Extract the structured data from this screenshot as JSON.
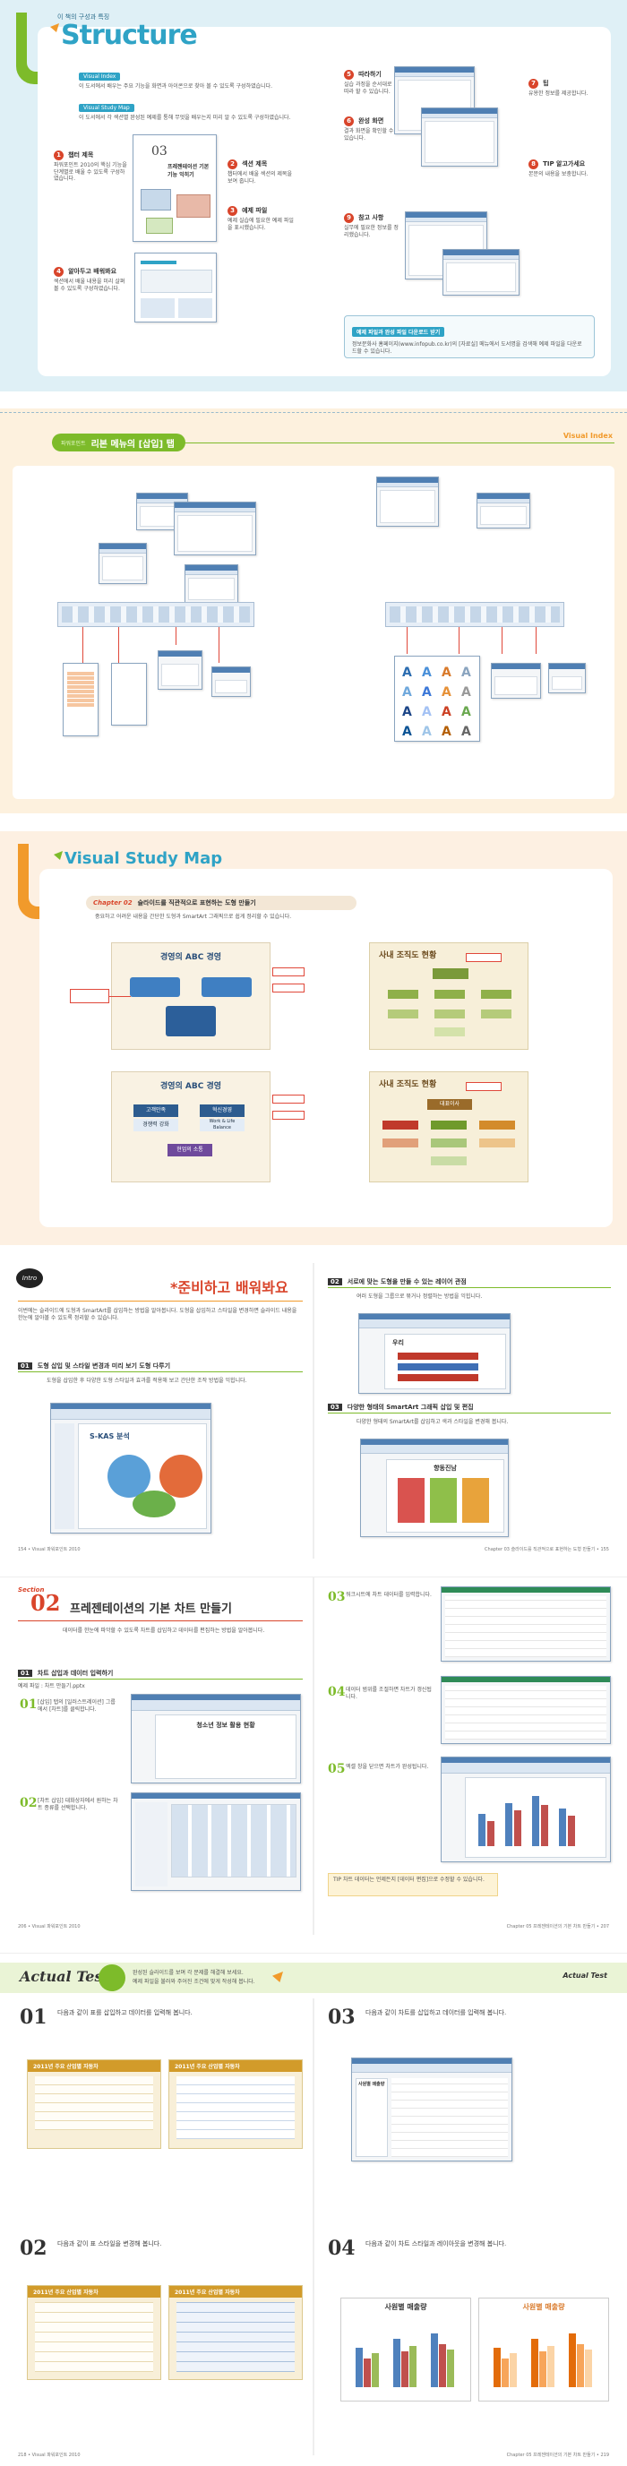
{
  "structure": {
    "subtitle": "이 책의 구성과 특징",
    "title": "Structure",
    "tag1": "Visual Index",
    "tag1_desc": "이 도서에서 배우는 주요 기능을 화면과 아이콘으로 찾아 볼 수 있도록 구성하였습니다.",
    "tag2": "Visual Study Map",
    "tag2_desc": "이 도서에서 각 섹션별 완성된 예제를 통해 무엇을 배우는지 미리 알 수 있도록 구성하였습니다.",
    "chapter_num": "03",
    "chapter_title": "프레젠테이션 기본 기능 익히기",
    "callouts": [
      {
        "n": "1",
        "title": "챕터 제목",
        "desc": "파워포인트 2010의 핵심 기능을 단계별로 배울 수 있도록 구성하였습니다."
      },
      {
        "n": "2",
        "title": "섹션 제목",
        "desc": "챕터에서 배울 섹션의 제목을 보여 줍니다."
      },
      {
        "n": "3",
        "title": "예제 파일",
        "desc": "예제 실습에 필요한 예제 파일을 표시했습니다."
      },
      {
        "n": "4",
        "title": "알아두고 배워봐요",
        "desc": "섹션에서 배울 내용을 미리 살펴볼 수 있도록 구성하였습니다."
      },
      {
        "n": "5",
        "title": "따라하기",
        "desc": "실습 과정을 순서대로 따라 할 수 있습니다."
      },
      {
        "n": "6",
        "title": "완성 화면",
        "desc": "결과 화면을 확인할 수 있습니다."
      },
      {
        "n": "7",
        "title": "팁",
        "desc": "유용한 정보를 제공합니다."
      },
      {
        "n": "8",
        "title": "TIP 알고가세요",
        "desc": "본문의 내용을 보충합니다."
      },
      {
        "n": "9",
        "title": "참고 사항",
        "desc": "실무에 필요한 정보를 정리했습니다."
      }
    ],
    "download_title": "예제 파일과 완성 파일 다운로드 받기",
    "download_desc": "정보문화사 홈페이지(www.infopub.co.kr)의 [자료실] 메뉴에서 도서명을 검색해 예제 파일을 다운로드할 수 있습니다."
  },
  "visual_index": {
    "label": "Visual Index",
    "heading_prefix": "파워포인트",
    "heading": "리본 메뉴의 [삽입] 탭"
  },
  "study_map": {
    "title": "Visual Study Map",
    "chapter": "Chapter 02",
    "section_title": "슬라이드를 직관적으로 표현하는 도형 만들기",
    "section_desc": "중요하고 어려운 내용을 간단한 도형과 SmartArt 그래픽으로 쉽게 정리할 수 있습니다.",
    "slides": [
      {
        "title": "경영의 ABC 경영"
      },
      {
        "title": "사내 조직도 현황"
      },
      {
        "title": "경영의 ABC 경영"
      },
      {
        "title": "사내 조직도 현황"
      }
    ],
    "node_labels": [
      "고객만족",
      "혁신경영",
      "Work & Life Balance",
      "경쟁력 강화",
      "현업의 소통"
    ],
    "org_top": "대표이사"
  },
  "spread1": {
    "badge": "Intro",
    "title": "*준비하고 배워봐요",
    "intro": "이번에는 슬라이드에 도형과 SmartArt를 삽입하는 방법을 알아봅니다. 도형을 삽입하고 스타일을 변경하면 슬라이드 내용을 한눈에 알아볼 수 있도록 정리할 수 있습니다.",
    "step1_num": "01",
    "step1": "도형 삽입 및 스타일 변경과 미리 보기 도형 다루기",
    "step1_desc": "도형을 삽입한 후 다양한 도형 스타일과 효과를 적용해 보고 간단한 조작 방법을 익힙니다.",
    "step2_num": "02",
    "step2": "서로에 맞는 도형을 만들 수 있는 레이어 관점",
    "step2_desc": "여러 도형을 그룹으로 묶거나 정렬하는 방법을 익힙니다.",
    "step3_num": "03",
    "step3": "다양한 형태의 SmartArt 그래픽 삽입 및 편집",
    "step3_desc": "다양한 형태의 SmartArt를 삽입하고 색과 스타일을 변경해 봅니다.",
    "slide_title_a": "S-KAS 분석",
    "slide_title_b": "우리",
    "slide_title_c": "향동진남",
    "page_left": "154 • Visual 파워포인트 2010",
    "page_right": "Chapter 03 슬라이드를 직관적으로 표현하는 도형 만들기 • 155"
  },
  "spread2": {
    "section_label": "Section",
    "num": "02",
    "title": "프레젠테이션의 기본 차트 만들기",
    "intro": "데이터를 한눈에 파악할 수 있도록 차트를 삽입하고 데이터를 편집하는 방법을 알아봅니다.",
    "step_num": "01",
    "step": "차트 삽입과 데이터 입력하기",
    "example": "예제 파일 : 차트 만들기.pptx",
    "slide_title": "청소년 정보 활용 현황",
    "steps": [
      {
        "n": "01",
        "desc": "[삽입] 탭의 [일러스트레이션] 그룹에서 [차트]를 클릭합니다."
      },
      {
        "n": "02",
        "desc": "[차트 삽입] 대화상자에서 원하는 차트 종류를 선택합니다."
      },
      {
        "n": "03",
        "desc": "워크시트에 차트 데이터를 입력합니다."
      },
      {
        "n": "04",
        "desc": "데이터 범위를 조절하면 차트가 갱신됩니다."
      },
      {
        "n": "05",
        "desc": "엑셀 창을 닫으면 차트가 완성됩니다."
      }
    ],
    "tip": "TIP 차트 데이터는 언제든지 [데이터 편집]으로 수정할 수 있습니다.",
    "page_left": "206 • Visual 파워포인트 2010",
    "page_right": "Chapter 05 프레젠테이션의 기본 차트 만들기 • 207"
  },
  "actual": {
    "title": "Actual Test",
    "desc1": "완성된 슬라이드를 보며 각 문제를 해결해 보세요.",
    "desc2": "예제 파일을 불러와 주어진 조건에 맞게 작성해 봅니다.",
    "problems": [
      {
        "n": "01",
        "desc": "다음과 같이 표를 삽입하고 데이터를 입력해 봅니다.",
        "slide": "2011년 주요 산업별 자동차"
      },
      {
        "n": "03",
        "desc": "다음과 같이 차트를 삽입하고 데이터를 입력해 봅니다.",
        "slide": "사원별 매출량"
      },
      {
        "n": "02",
        "desc": "다음과 같이 표 스타일을 변경해 봅니다.",
        "slide": "2011년 주요 산업별 자동차"
      },
      {
        "n": "04",
        "desc": "다음과 같이 차트 스타일과 레이아웃을 변경해 봅니다.",
        "slide": "사원별 매출량"
      }
    ],
    "page_left": "218 • Visual 파워포인트 2010",
    "page_right": "Chapter 05 프레젠테이션의 기본 차트 만들기 • 219"
  },
  "colors": {
    "structure_bg": "#dff0f6",
    "index_bg": "#fdf1de",
    "study_bg": "#fdf0e2",
    "accent_green": "#7dbb2a",
    "accent_orange": "#f19a2b",
    "accent_red": "#d9452b",
    "teal": "#2fa3c6"
  }
}
